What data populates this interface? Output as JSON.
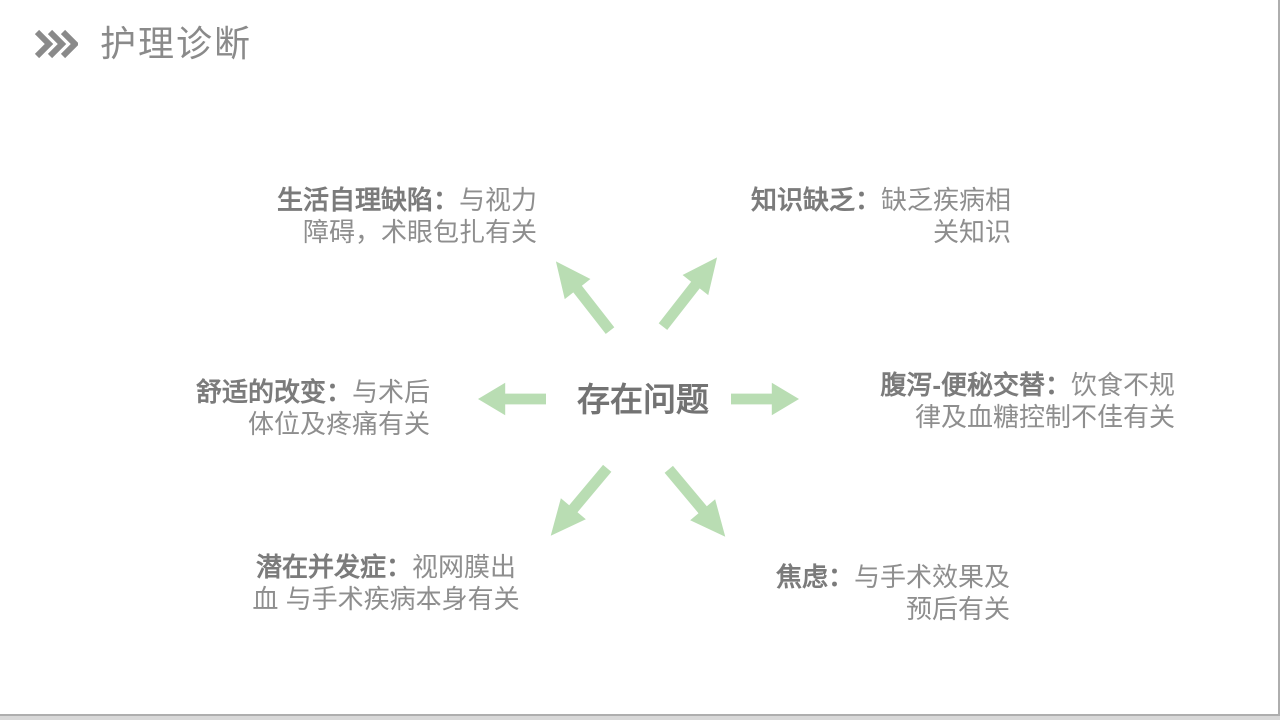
{
  "slide": {
    "header": {
      "title": "护理诊断"
    },
    "diagram": {
      "center_label": "存在问题",
      "notes": [
        {
          "name": "self-care-deficit",
          "label": "生活自理缺陷：",
          "desc1": "与视力",
          "desc2": "障碍，术眼包扎有关"
        },
        {
          "name": "knowledge-deficit",
          "label": "知识缺乏：",
          "desc1": "缺乏疾病相",
          "desc2": "关知识"
        },
        {
          "name": "comfort-change",
          "label": "舒适的改变：",
          "desc1": "与术后",
          "desc2": "体位及疼痛有关"
        },
        {
          "name": "diarrhea-constipation",
          "label": "腹泻-便秘交替：",
          "desc1": "饮食不规",
          "desc2": "律及血糖控制不佳有关"
        },
        {
          "name": "potential-complication",
          "label": "潜在并发症：",
          "desc1": "视网膜出",
          "desc2": "血 与手术疾病本身有关"
        },
        {
          "name": "anxiety",
          "label": "焦虑：",
          "desc1": "与手术效果及",
          "desc2": "预后有关"
        }
      ]
    }
  },
  "colors": {
    "accent_green": "#b9ddb3",
    "text_gray": "#8e8e8e",
    "label_gray": "#7b7b7b",
    "title_gray": "#8a8a8a",
    "center_gray": "#737373"
  }
}
